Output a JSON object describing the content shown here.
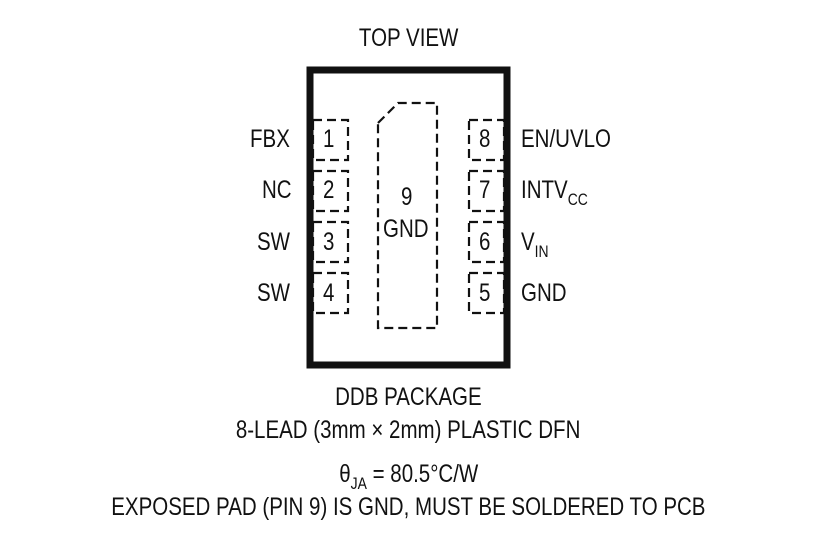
{
  "diagram": {
    "title": "TOP VIEW",
    "package_name": "DDB PACKAGE",
    "package_desc": "8-LEAD (3mm × 2mm) PLASTIC DFN",
    "thermal": {
      "symbol": "θ",
      "subscript": "JA",
      "value": " = 80.5°C/W"
    },
    "note": "EXPOSED PAD (PIN 9) IS GND, MUST BE SOLDERED TO PCB",
    "exposed_pad": {
      "number": "9",
      "name": "GND"
    },
    "left_pins": [
      {
        "number": "1",
        "name": "FBX",
        "sub": ""
      },
      {
        "number": "2",
        "name": "NC",
        "sub": ""
      },
      {
        "number": "3",
        "name": "SW",
        "sub": ""
      },
      {
        "number": "4",
        "name": "SW",
        "sub": ""
      }
    ],
    "right_pins": [
      {
        "number": "8",
        "name": "EN/UVLO",
        "sub": ""
      },
      {
        "number": "7",
        "name": "INTV",
        "sub": "CC"
      },
      {
        "number": "6",
        "name": "V",
        "sub": "IN"
      },
      {
        "number": "5",
        "name": "GND",
        "sub": ""
      }
    ],
    "colors": {
      "line": "#111111",
      "background": "#ffffff"
    }
  }
}
